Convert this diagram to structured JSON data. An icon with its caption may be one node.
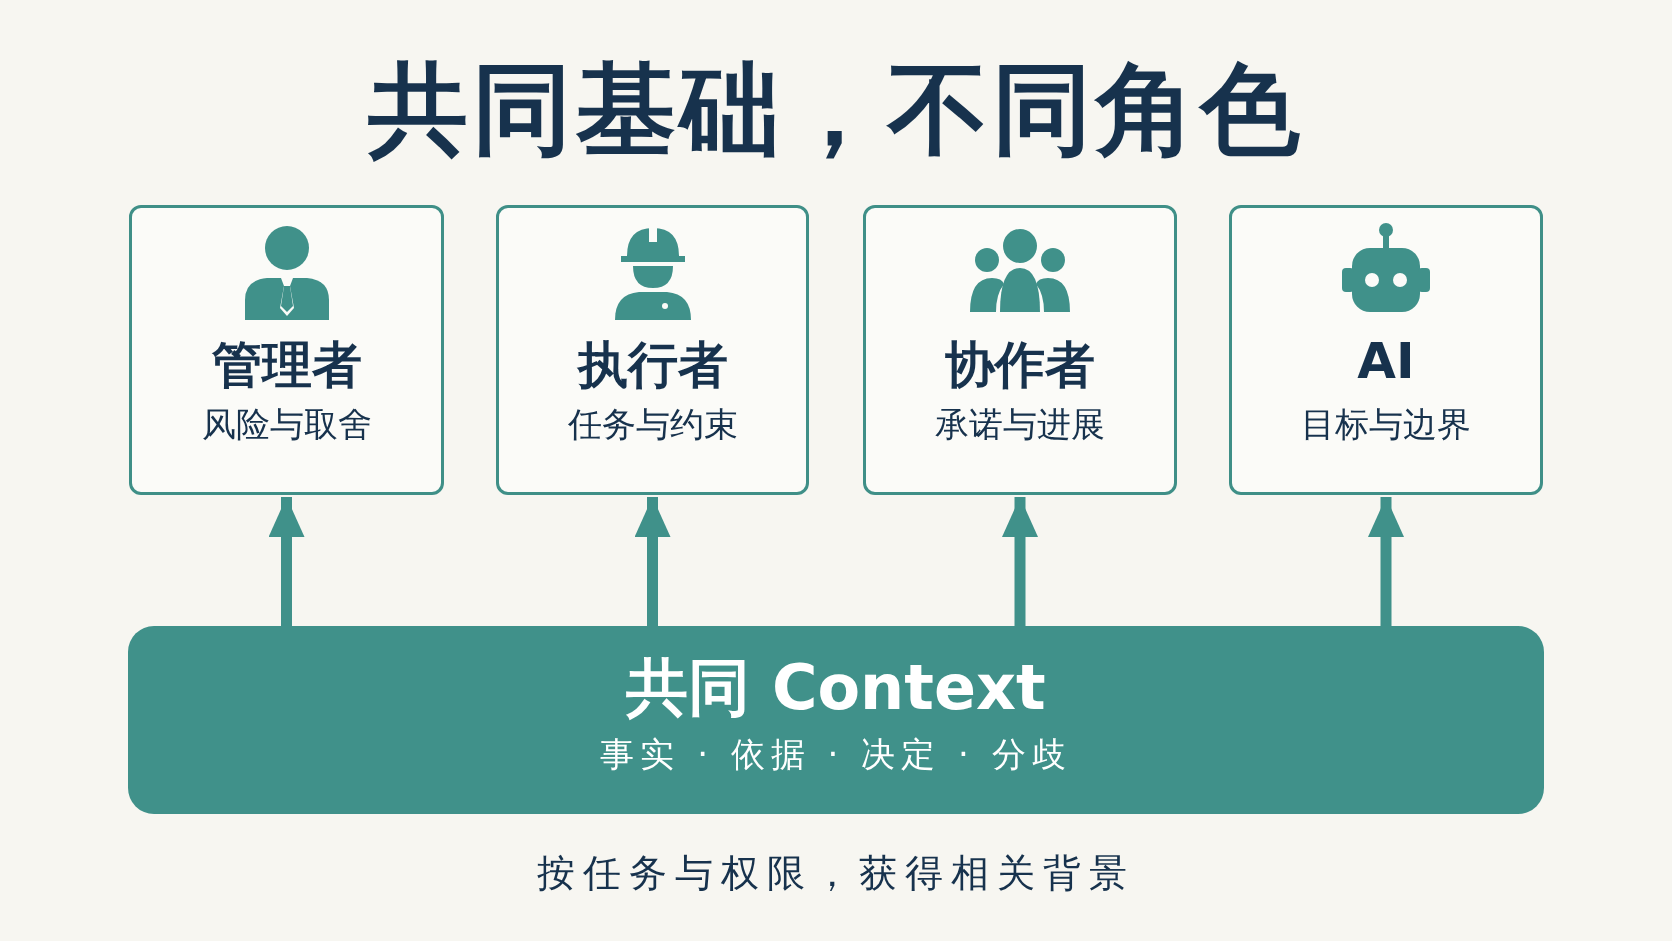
{
  "diagram": {
    "title": "共同基础，不同角色",
    "nodes": [
      {
        "text": [
          "管理者",
          "风险与取舍"
        ]
      },
      {
        "text": [
          "执行者",
          "任务与约束"
        ]
      },
      {
        "text": [
          "协作者",
          "承诺与进展"
        ]
      },
      {
        "text": [
          "AI",
          "目标与边界"
        ]
      },
      {
        "text": [
          "共同 Context",
          "事实 · 依据 · 决定 · 分歧"
        ]
      }
    ],
    "edges": [
      {
        "from": 4,
        "to": 0,
        "arrow": "to"
      },
      {
        "from": 4,
        "to": 1,
        "arrow": "to"
      },
      {
        "from": 4,
        "to": 2,
        "arrow": "to"
      },
      {
        "from": 4,
        "to": 3,
        "arrow": "to"
      }
    ],
    "labels": [
      "按任务与权限，获得相关背景"
    ]
  }
}
